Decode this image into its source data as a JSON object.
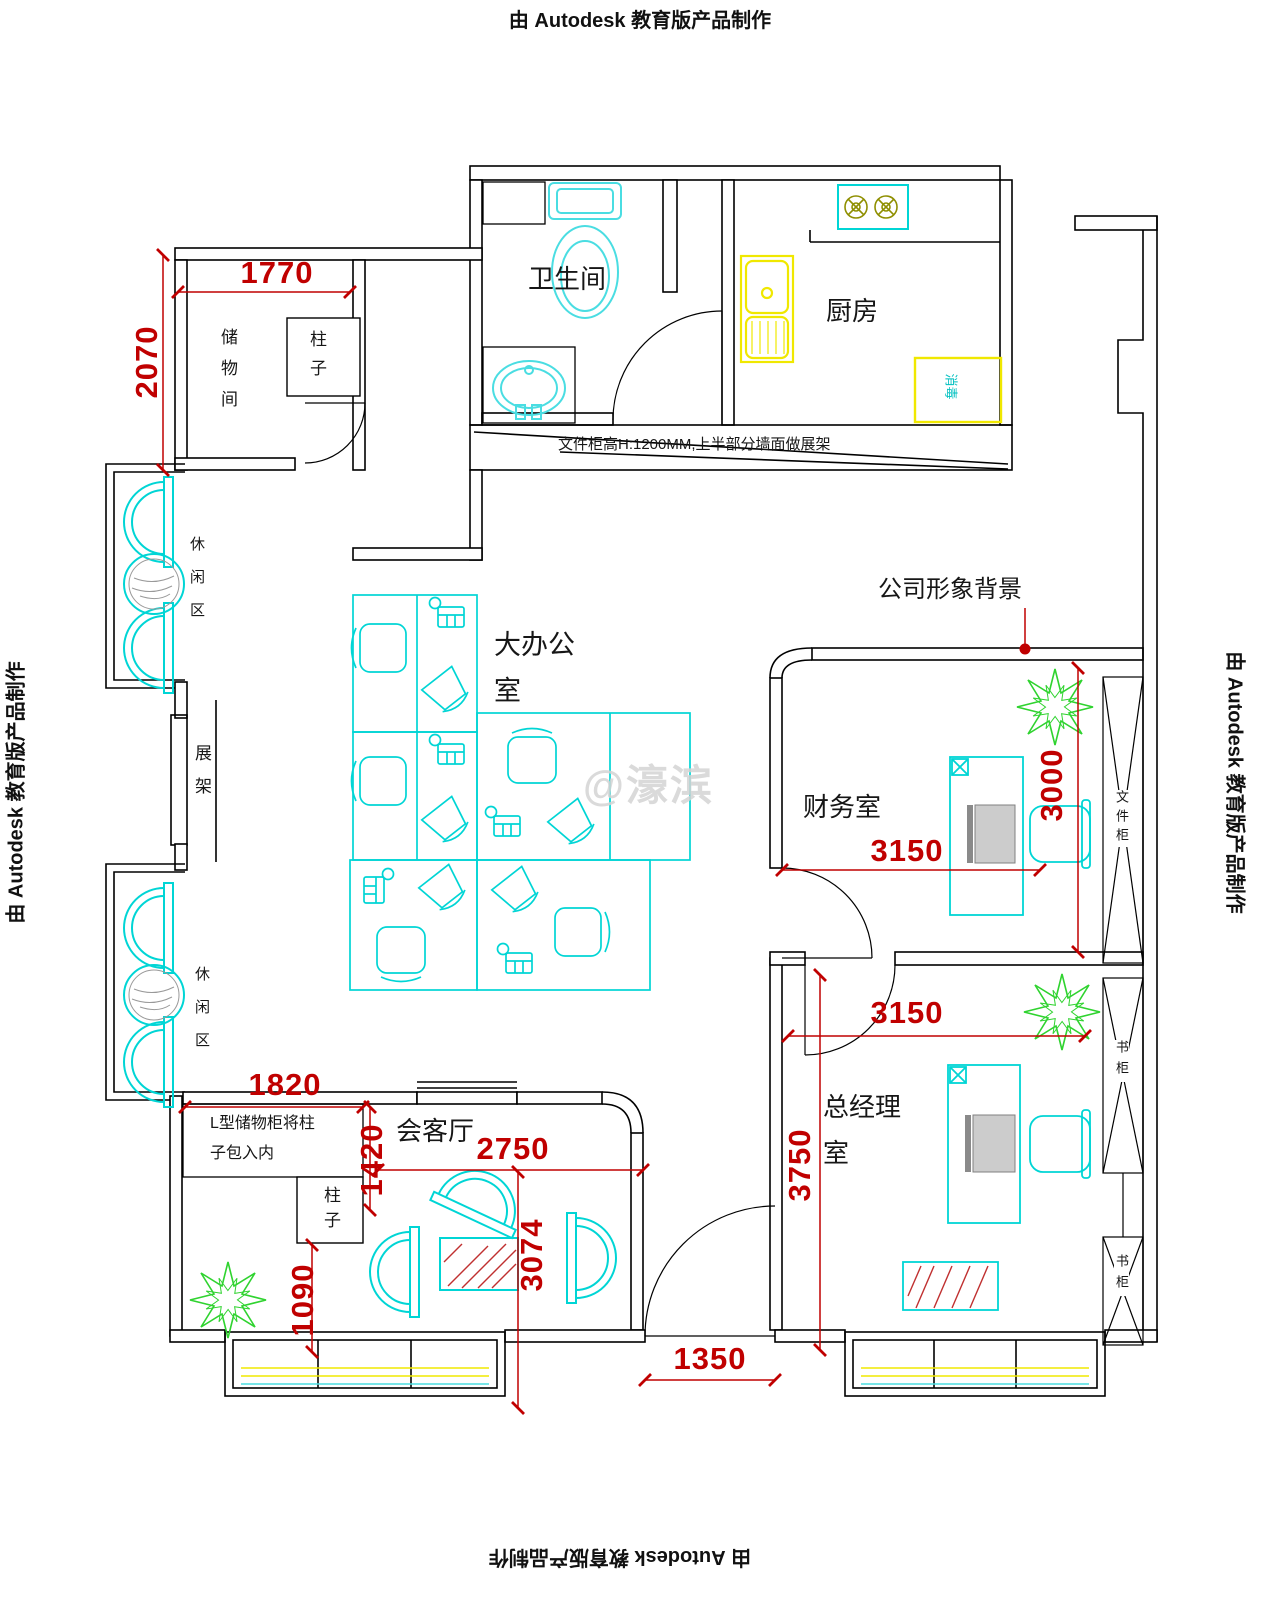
{
  "banners": {
    "top": "由 Autodesk 教育版产品制作",
    "bottom": "由 Autodesk 教育版产品制作",
    "left": "由 Autodesk 教育版产品制作",
    "right": "由 Autodesk 教育版产品制作"
  },
  "watermark": "@濠滨",
  "rooms": {
    "bathroom": "卫生间",
    "kitchen": "厨房",
    "storage": "储物间",
    "leisure_top": "休闲区",
    "leisure_bottom": "休闲区",
    "display_rack": "展架",
    "main_office_line1": "大办公",
    "main_office_line2": "室",
    "finance": "财务室",
    "manager_line1": "总经理",
    "manager_line2": "室",
    "reception": "会客厅"
  },
  "annotations": {
    "company_backdrop": "公司形象背景",
    "cabinet_note": "文件柜高H:1200MM,上半部分墙面做展架",
    "l_cabinet_note_line1": "L型储物柜将柱",
    "l_cabinet_note_line2": "子包入内",
    "column_storage": "柱子",
    "column_reception": "柱子",
    "file_cabinet": "文件柜",
    "bookcase_upper": "书柜",
    "bookcase_lower": "书柜",
    "sterilizer": "消毒"
  },
  "dimensions": {
    "storage_width": "1770",
    "storage_depth": "2070",
    "finance_width": "3150",
    "finance_depth": "3000",
    "manager_width": "3150",
    "manager_depth": "3750",
    "l_cabinet_width": "1820",
    "reception_offset": "1420",
    "reception_width": "2750",
    "reception_depth": "3074",
    "window_offset": "1090",
    "entry_width": "1350"
  },
  "colors": {
    "dimension_red": "#c00000",
    "furniture_cyan": "#00d5d5",
    "fixture_yellow": "#f0e800",
    "plant_green": "#2fd32f",
    "wall_black": "#000000",
    "watermark_gray": "#d4d4d4"
  }
}
